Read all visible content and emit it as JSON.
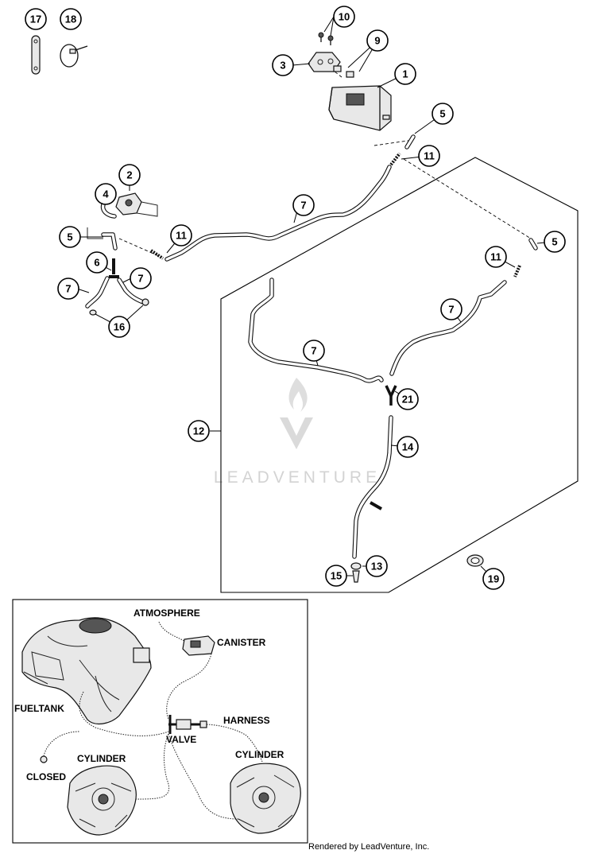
{
  "callouts": [
    "1",
    "2",
    "3",
    "4",
    "5",
    "6",
    "7",
    "9",
    "10",
    "11",
    "12",
    "13",
    "14",
    "15",
    "16",
    "17",
    "18",
    "19",
    "21"
  ],
  "schematic": {
    "atmosphere": "ATMOSPHERE",
    "canister": "CANISTER",
    "fueltank": "FUELTANK",
    "harness": "HARNESS",
    "valve": "VALVE",
    "cylinder": "CYLINDER",
    "closed": "CLOSED"
  },
  "watermark": "LEADVENTURE",
  "footer": "Rendered by LeadVenture, Inc."
}
